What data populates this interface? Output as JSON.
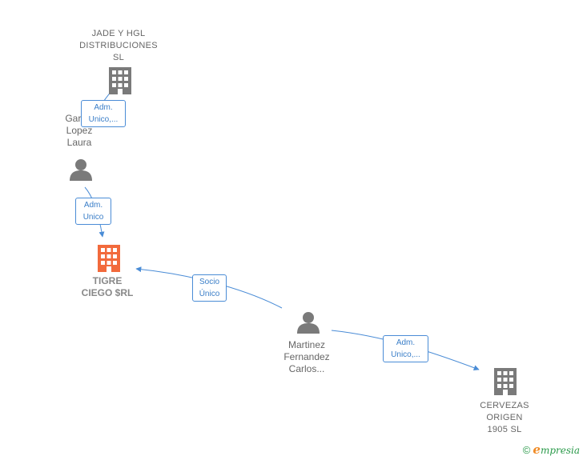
{
  "nodes": {
    "jade": {
      "label": "JADE Y HGL\nDISTRIBUCIONES\nSL",
      "icon": "building-icon"
    },
    "garcia": {
      "label": "Garcia\nLopez\nLaura",
      "icon": "person-icon"
    },
    "tigre": {
      "label": "TIGRE\nCIEGO $RL",
      "icon": "building-icon"
    },
    "martinez": {
      "label": "Martinez\nFernandez\nCarlos...",
      "icon": "person-icon"
    },
    "cervezas": {
      "label": "CERVEZAS\nORIGEN\n1905  SL",
      "icon": "building-icon"
    }
  },
  "edges": {
    "garcia_jade": {
      "label": "Adm.\nUnico,..."
    },
    "garcia_tigre": {
      "label": "Adm.\nUnico"
    },
    "martinez_tigre": {
      "label": "Socio\nÚnico"
    },
    "martinez_cervezas": {
      "label": "Adm.\nUnico,..."
    }
  },
  "colors": {
    "main_node": "#f26a3c",
    "node": "#7a7a7a",
    "edge": "#4a8cd6"
  },
  "footer": {
    "copyright_symbol": "©",
    "brand_initial": "e",
    "brand_rest": "mpresia"
  }
}
